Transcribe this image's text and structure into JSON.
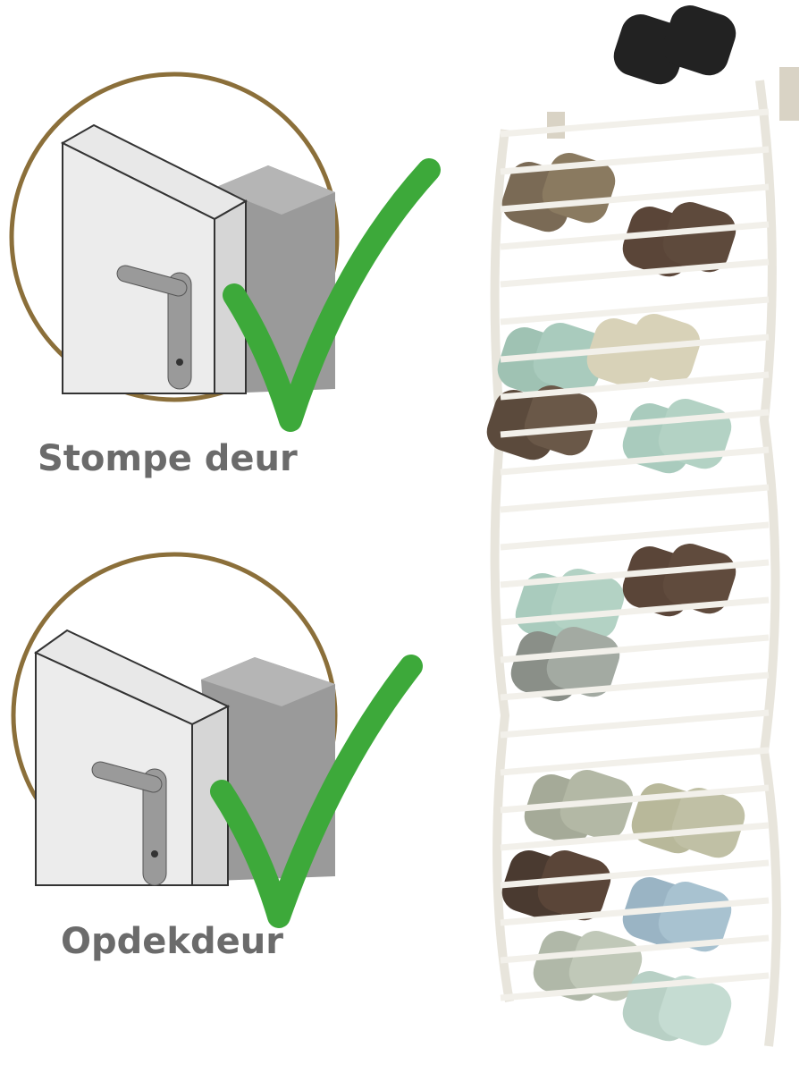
{
  "options": [
    {
      "label": "Stompe deur",
      "supported": true
    },
    {
      "label": "Opdekdeur",
      "supported": true
    }
  ],
  "colors": {
    "circle_border": "#8b6f3a",
    "checkmark": "#3da93a",
    "label_text": "#6b6b6b",
    "rack": "#f2f0ea"
  },
  "icons": [
    "door-icon",
    "checkmark-icon",
    "shoe-rack-image"
  ]
}
